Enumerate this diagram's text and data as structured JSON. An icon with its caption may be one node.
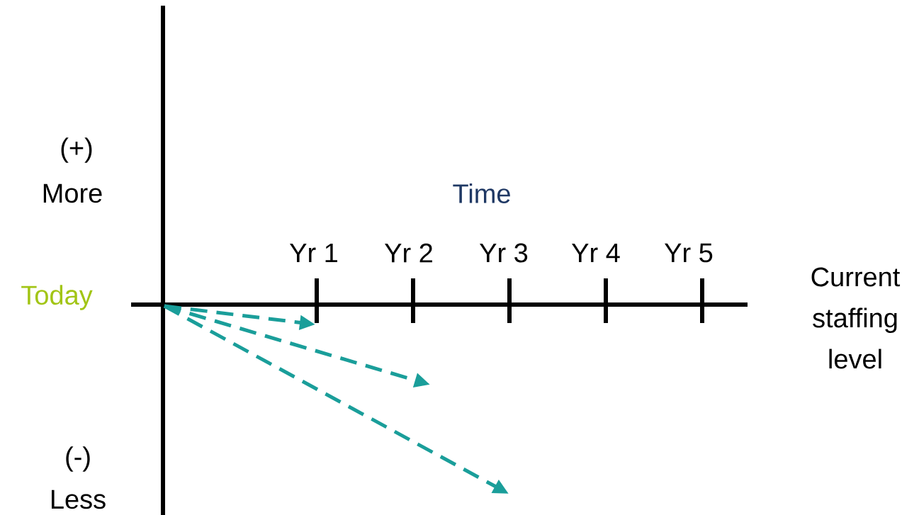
{
  "diagram": {
    "labels": [
      "(+)",
      "More",
      "Time",
      "Yr 1",
      "Yr 2",
      "Yr 3",
      "Yr 4",
      "Yr 5",
      "Today",
      "Current staffing level",
      "(-)",
      "Less"
    ]
  }
}
